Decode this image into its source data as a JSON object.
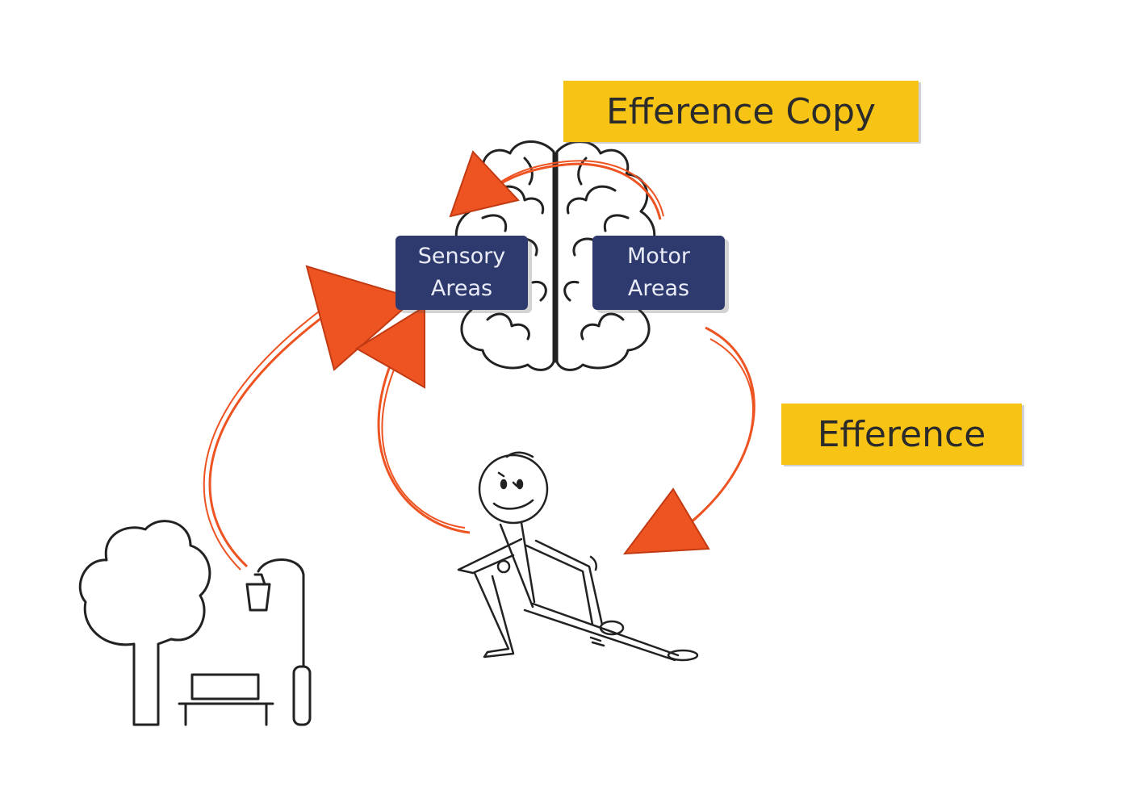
{
  "labels": {
    "efference_copy": "Efference Copy",
    "efference": "Efference"
  },
  "brain_areas": {
    "sensory": [
      "Sensory",
      "Areas"
    ],
    "motor": [
      "Motor",
      "Areas"
    ]
  },
  "colors": {
    "arrow": "#ee5322",
    "note": "#f7c416",
    "area_box": "#2e3a6e",
    "ink": "#222222"
  }
}
